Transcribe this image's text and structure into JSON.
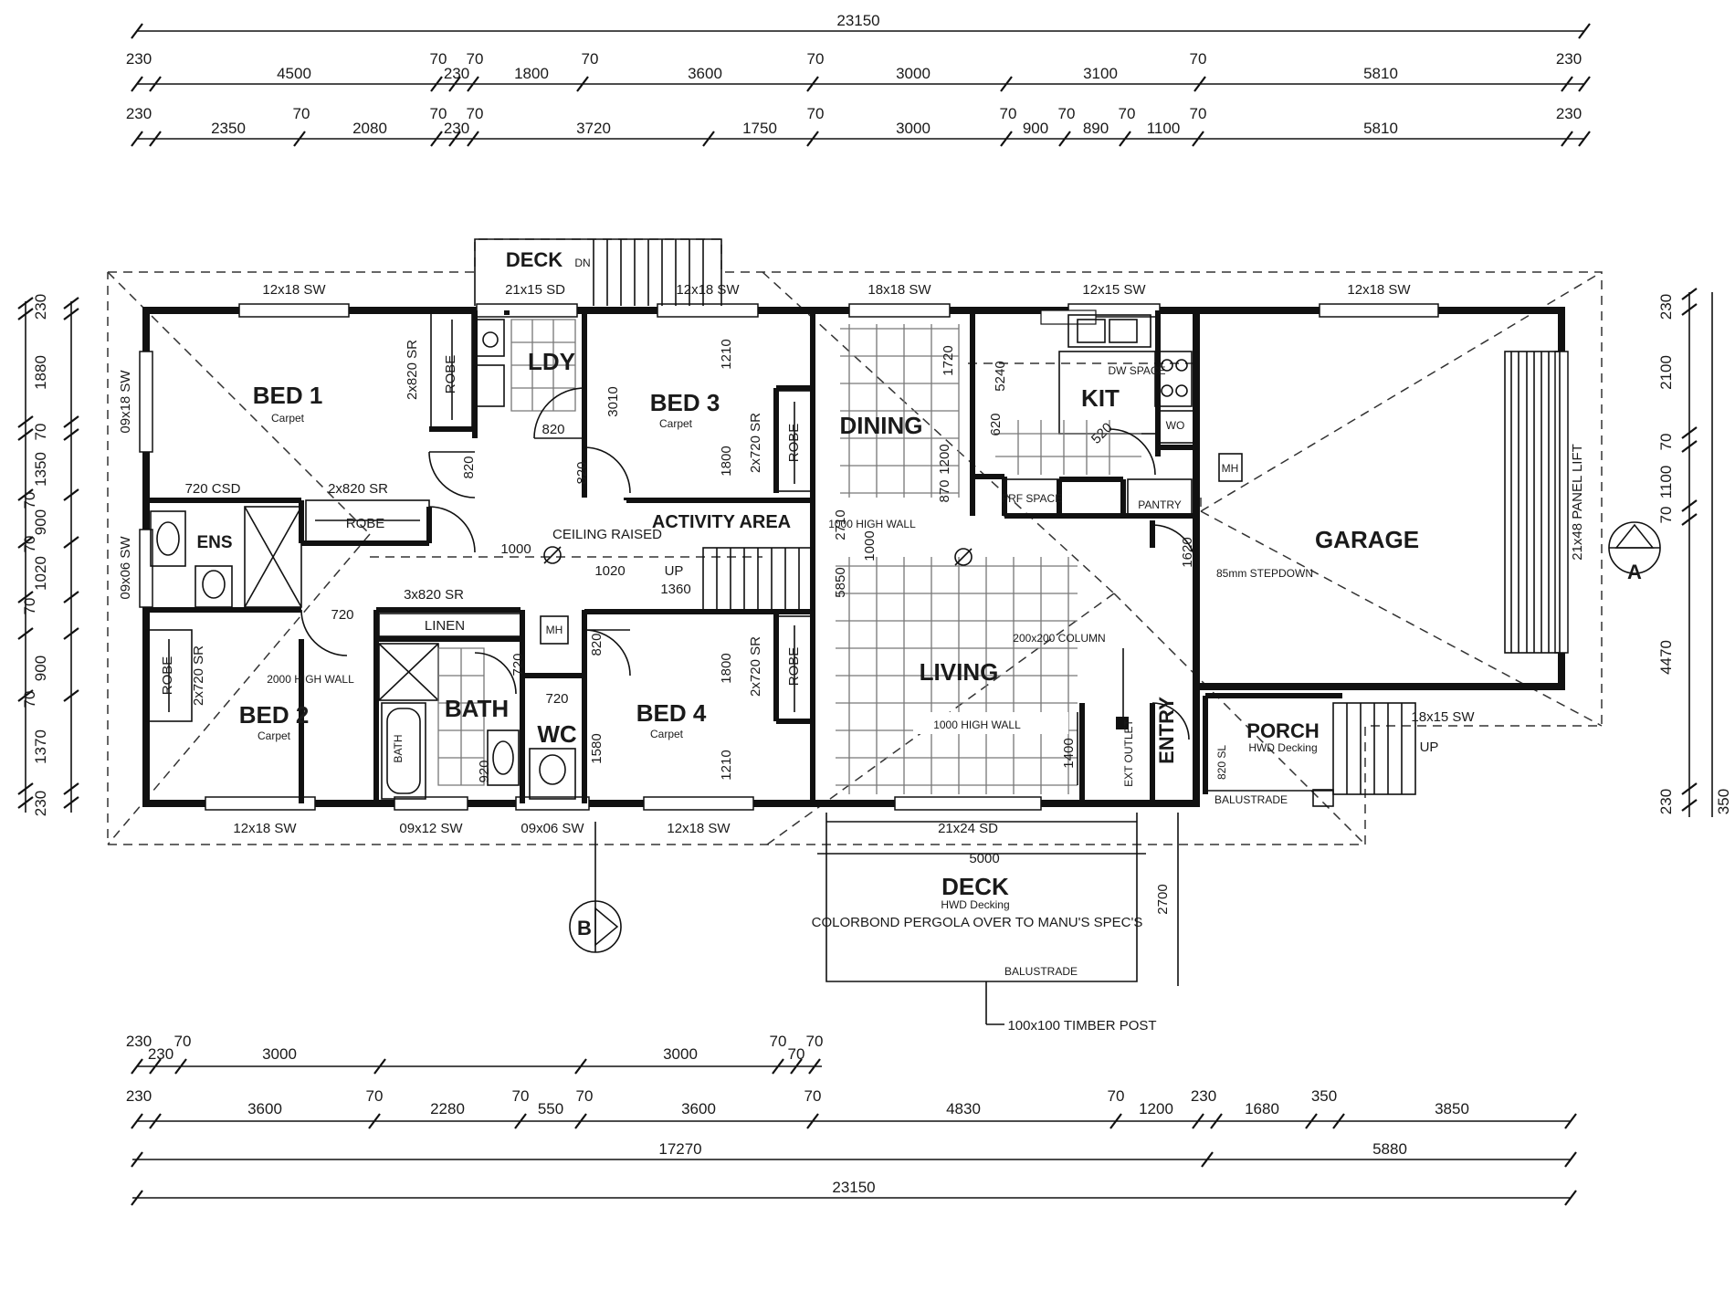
{
  "plan": {
    "rooms": {
      "bed1": {
        "name": "BED 1",
        "floor": "Carpet"
      },
      "bed2": {
        "name": "BED 2",
        "floor": "Carpet"
      },
      "bed3": {
        "name": "BED 3",
        "floor": "Carpet"
      },
      "bed4": {
        "name": "BED 4",
        "floor": "Carpet"
      },
      "ldy": "LDY",
      "ens": "ENS",
      "bath": "BATH",
      "wc": "WC",
      "dining": "DINING",
      "kit": "KIT",
      "living": "LIVING",
      "garage": "GARAGE",
      "entry": "ENTRY",
      "porch": {
        "name": "PORCH",
        "floor": "HWD Decking"
      },
      "activity": "ACTIVITY AREA",
      "deck_top": "DECK",
      "deck_bottom": {
        "name": "DECK",
        "floor": "HWD Decking"
      }
    },
    "labels": {
      "sw_12x18": "12x18 SW",
      "sw_21x15_sd": "21x15 SD",
      "sw_18x18": "18x18 SW",
      "sw_12x15": "12x15 SW",
      "sw_09x18": "09x18 SW",
      "sw_09x06": "09x06 SW",
      "sw_09x12": "09x12 SW",
      "sw_18x15": "18x15 SW",
      "sd_21x24": "21x24 SD",
      "panel_lift": "21x48 PANEL LIFT",
      "robe": "ROBE",
      "sr_2x820": "2x820 SR",
      "sr_2x720": "2x720 SR",
      "sr_3x820": "3x820 SR",
      "csd_720": "720 CSD",
      "linen": "LINEN",
      "ceiling_raised": "CEILING RAISED",
      "wall_1000": "1000 HIGH WALL",
      "wall_2000": "2000 HIGH WALL",
      "wall_1000_b": "1000 HIGH WALL",
      "dw_space": "DW SPACE",
      "wo": "WO",
      "frf_space": "FRF SPACE",
      "pantry": "PANTRY",
      "mh": "MH",
      "column": "200x200 COLUMN",
      "stepdown": "85mm STEPDOWN",
      "pergola": "COLORBOND PERGOLA OVER TO MANU'S SPEC'S",
      "balustrade": "BALUSTRADE",
      "timber_post": "100x100 TIMBER POST",
      "dn": "DN",
      "up": "UP",
      "up_b": "UP",
      "bath_label": "BATH",
      "sl_820": "820 SL",
      "ext_outlet": "EXT OUTLET"
    },
    "section_marks": {
      "a": "A",
      "b": "B"
    },
    "dims_top": {
      "overall": "23150",
      "row1": [
        "230",
        "4500",
        "70",
        "230",
        "70",
        "1800",
        "70",
        "3600",
        "70",
        "3000",
        "3100",
        "70",
        "5810",
        "230"
      ],
      "row2": [
        "230",
        "2350",
        "70",
        "2080",
        "70",
        "230",
        "70",
        "3720",
        "1750",
        "70",
        "3000",
        "70",
        "900",
        "70",
        "890",
        "70",
        "1100",
        "70",
        "5810",
        "230"
      ]
    },
    "dims_bottom": {
      "row1": [
        "230",
        "230",
        "70",
        "3000",
        "3000",
        "70",
        "70",
        "70"
      ],
      "row2": [
        "230",
        "3600",
        "70",
        "2280",
        "70",
        "550",
        "70",
        "3600",
        "70",
        "4830",
        "70",
        "1200",
        "230",
        "1680",
        "350",
        "3850"
      ],
      "row3": [
        "17270",
        "5880"
      ],
      "overall": "23150"
    },
    "dims_left": [
      "230",
      "1880",
      "70",
      "1350",
      "70",
      "900",
      "70",
      "1020",
      "70",
      "900",
      "70",
      "1370",
      "230"
    ],
    "dims_right": [
      "230",
      "2100",
      "70",
      "1100",
      "70",
      "4470",
      "230",
      "350"
    ],
    "interior_dims": [
      "820",
      "820",
      "820",
      "3010",
      "1210",
      "1800",
      "620",
      "1720",
      "1200",
      "870",
      "5240",
      "520",
      "1360",
      "2710",
      "1000",
      "5850",
      "820",
      "1580",
      "1800",
      "1210",
      "1400",
      "720",
      "720",
      "920",
      "720",
      "2700",
      "5000",
      "1020",
      "1000",
      "1620"
    ]
  }
}
